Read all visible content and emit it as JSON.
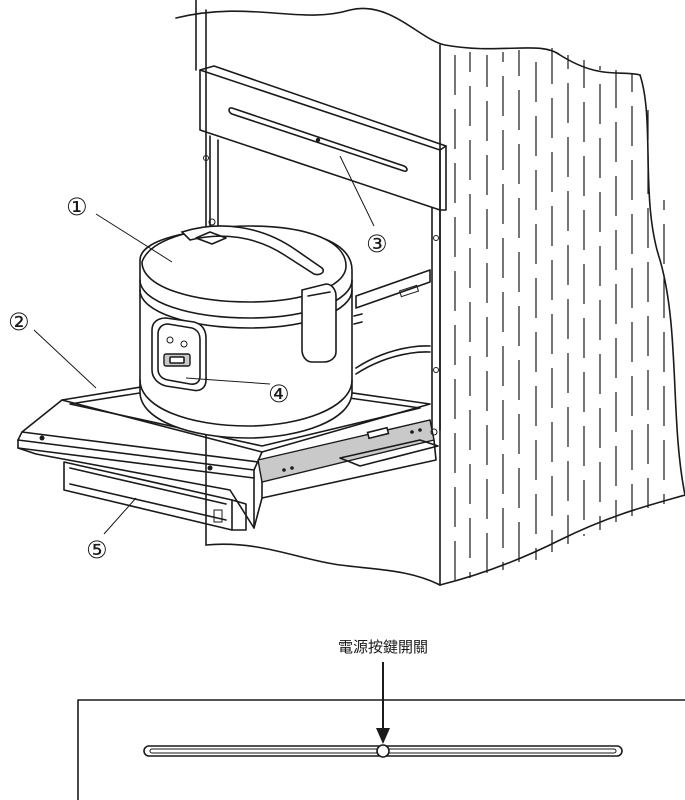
{
  "callouts": {
    "c1": "①",
    "c2": "②",
    "c3": "③",
    "c4": "④",
    "c5": "⑤"
  },
  "detail": {
    "label": "電源按鍵開關"
  }
}
